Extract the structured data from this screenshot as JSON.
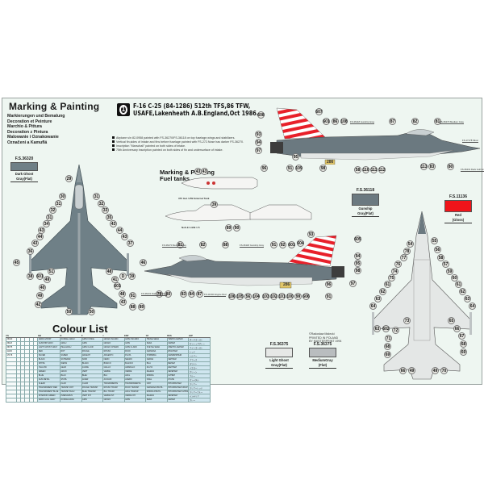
{
  "header": {
    "title": "Marking & Painting",
    "subtitles": [
      "Markierungen und Bemalung",
      "Decoration et Peinture",
      "Marchio & Pittura",
      "Decoration z Pintura",
      "Malowanie i Oznakowanie",
      "Označeni a Kamuflá"
    ]
  },
  "profile": {
    "number": "1",
    "title_line1": "F-16 C-25 (84-1286) 512th TFS,86 TFW,",
    "title_line2": "USAFE,Lakenheath A.B.England,Oct 1986.",
    "notes": [
      "Airplane s/n 82-0958 painted with FS-36270/FS-36118 on top fuselage,wings and stabilizers.",
      "Vertical fin,sides of intake and fins before fuselage painted with FS-272.Nose has darker FS-36270.",
      "Inscription \"Marschall\" painted on both sides of intake.",
      "75th Anniversary inscription painted on both sides of fin and undersurface of intake."
    ],
    "tail_number": "286"
  },
  "fuel_tanks": {
    "title_line1": "Marking & Painting",
    "title_line2": "Fuel tanks",
    "tank_label_1": "370 Gal. U/W External Tank",
    "tank_label_2": "NoS.E 4-909 1:5"
  },
  "swatches": [
    {
      "code": "F.S.36320",
      "name_line1": "Dark Ghost",
      "name_line2": "Gray(Flat)",
      "color": "#6f8087"
    },
    {
      "code": "F.S.36118",
      "name_line1": "Gunship",
      "name_line2": "Gray(Flat)",
      "color": "#6b7980"
    },
    {
      "code": "F.S.11136",
      "name_line1": "Red",
      "name_line2": "(Gloss)",
      "color": "#f0141a"
    },
    {
      "code": "F.S.36375",
      "name_line1": "Light Ghost",
      "name_line2": "Gray(Flat)",
      "color": "#e6e8e6"
    },
    {
      "code": "F.S.36375",
      "name_line1": "MediumGray",
      "name_line2": "(Flat)",
      "color": "#b9bdbf"
    }
  ],
  "colour_list": {
    "title": "Colour List",
    "headers": [
      "FS",
      "",
      "",
      "",
      "",
      "",
      "",
      "GB",
      "D",
      "F",
      "I",
      "ESP",
      "CZ",
      "RUS",
      "JAP"
    ],
    "rows": [
      [
        "36320",
        "",
        "",
        "",
        "",
        "",
        "DARK GHOST",
        "DUNKEL GRAU",
        "GRIS FONCE",
        "GRIGIO SCURO",
        "GRIS OSCURO",
        "TMAVE SEDA",
        "ТЁМНО-СЕРЫЙ",
        "ダークゴースト"
      ],
      [
        "36118",
        "",
        "",
        "",
        "",
        "",
        "GUNSHIP GRAY",
        "GRAU",
        "GRIS",
        "GRIGIO",
        "GRIS",
        "SEDA",
        "СЕРЫЙ",
        "ガンシップグレー"
      ],
      [
        "36375",
        "",
        "",
        "",
        "",
        "",
        "LIGHT GHOST GRAY",
        "HELLGRAU",
        "GRIS CLAIR",
        "GRIGIO CHIARO",
        "GRIS CLARO",
        "SVETLE SEDA",
        "СВЕТЛО-СЕРЫЙ",
        "ライトゴースト"
      ],
      [
        "11136",
        "",
        "",
        "",
        "",
        "",
        "RED",
        "ROT",
        "ROUGE",
        "ROSSO",
        "ROJO",
        "CERVENA",
        "КРАСНЫЙ",
        "レッド"
      ],
      [
        "17178",
        "",
        "",
        "",
        "",
        "",
        "SILVER",
        "SILBER",
        "ARGENT",
        "ARGENTO",
        "PLATA",
        "STRIBRNA",
        "СЕРЕБРЯНЫЙ",
        "シルバー"
      ],
      [
        "",
        "",
        "",
        "",
        "",
        "",
        "BLACK",
        "SCHWARZ",
        "NOIR",
        "NERO",
        "NEGRO",
        "CERNA",
        "ЧЁРНЫЙ",
        "ブラック"
      ],
      [
        "",
        "",
        "",
        "",
        "",
        "",
        "WHITE",
        "WEISS",
        "BLANC",
        "BIANCO",
        "BLANCO",
        "BILA",
        "БЕЛЫЙ",
        "ホワイト"
      ],
      [
        "",
        "",
        "",
        "",
        "",
        "",
        "YELLOW",
        "GELB",
        "JAUNE",
        "GIALLO",
        "AMARILLO",
        "ZLUTA",
        "ЖЁЛТЫЙ",
        "イエロー"
      ],
      [
        "",
        "",
        "",
        "",
        "",
        "",
        "GREEN",
        "GRÜN",
        "VERT",
        "VERDE",
        "VERDE",
        "ZELENA",
        "ЗЕЛЁНЫЙ",
        "グリーン"
      ],
      [
        "",
        "",
        "",
        "",
        "",
        "",
        "BLUE",
        "BLAU",
        "BLEU",
        "BLU",
        "AZUL",
        "MODRA",
        "СИНИЙ",
        "ブルー"
      ],
      [
        "",
        "",
        "",
        "",
        "",
        "",
        "GUN METAL",
        "STAHL",
        "ACIER",
        "ACCIAIO",
        "ACERO",
        "OCEL",
        "СТАЛЬ",
        "ガンメタル"
      ],
      [
        "",
        "",
        "",
        "",
        "",
        "",
        "CLEAR",
        "KLAR",
        "CLAIR",
        "TRASPARENTE",
        "TRANSPARENTE",
        "CIRY",
        "ПРОЗРАЧНЫЙ",
        "クリアー"
      ],
      [
        "",
        "",
        "",
        "",
        "",
        "",
        "TRANSPARENT RED",
        "TRANSP. ROT",
        "ROUGE TRANSP.",
        "ROSSO TRASP.",
        "ROJO TRANSP.",
        "CERVENA PRUHL.",
        "ПРОЗРАЧНЫЙ КРАСНЫЙ",
        "クリアーレッド"
      ],
      [
        "",
        "",
        "",
        "",
        "",
        "",
        "TRANSPARENT BLUE",
        "TRANSP. BLAU",
        "BLEU TRANSP.",
        "BLU TRASP.",
        "AZUL TRANSP.",
        "MODRA PRUHL.",
        "ПРОЗРАЧНЫЙ СИНИЙ",
        "クリアーブルー"
      ],
      [
        "",
        "",
        "",
        "",
        "",
        "",
        "INTERIOR GREEN",
        "INNENGRÜN",
        "VERT INT.",
        "VERDE INT.",
        "VERDE INT.",
        "ZELENA",
        "ЗЕЛЁНЫЙ",
        "インテリア"
      ],
      [
        "",
        "",
        "",
        "",
        "",
        "",
        "DARK GULL GRAY",
        "DUNKELGRAU",
        "GRIS",
        "GRIGIO",
        "GRIS",
        "SEDA",
        "СЕРЫЙ",
        "グレー"
      ]
    ]
  },
  "credits": {
    "line1": "©Radosław Malecki",
    "line2": "PRINTED IN POLAND",
    "line3": "BY MASTERPRINT 1994"
  },
  "callouts": {
    "top_view": [
      "29",
      "30",
      "31",
      "32",
      "31",
      "34",
      "43",
      "44",
      "43",
      "36",
      "45",
      "38",
      "601",
      "51",
      "49",
      "40",
      "49",
      "42",
      "50",
      "50",
      "31",
      "32",
      "33",
      "35",
      "43",
      "44",
      "43",
      "37",
      "46",
      "48",
      "41",
      "D",
      "39",
      "601",
      "48",
      "43",
      "91",
      "88",
      "89"
    ],
    "side_top": [
      "608",
      "607",
      "601",
      "86",
      "108",
      "87",
      "82",
      "81",
      "93",
      "94",
      "97",
      "96",
      "91",
      "109",
      "98",
      "95",
      "58",
      "110",
      "111",
      "112",
      "113",
      "83",
      "80"
    ],
    "side_bottom": [
      "81",
      "82",
      "88",
      "91",
      "92",
      "601",
      "604",
      "93",
      "79",
      "80",
      "83",
      "84",
      "87",
      "106",
      "105",
      "56",
      "104",
      "103",
      "102",
      "101",
      "100",
      "99",
      "606",
      "96",
      "91"
    ],
    "under_view": [
      "54",
      "55",
      "78",
      "56",
      "77",
      "58",
      "76",
      "57",
      "74",
      "59",
      "75",
      "60",
      "61",
      "61",
      "62",
      "62",
      "63",
      "63",
      "64",
      "64",
      "65",
      "73",
      "66",
      "63",
      "602",
      "72",
      "67",
      "71",
      "68",
      "68",
      "69",
      "69",
      "66",
      "49",
      "49",
      "70",
      "605",
      "94",
      "95",
      "98",
      "97"
    ],
    "tanks": [
      "43",
      "43",
      "40",
      "41",
      "42",
      "42",
      "43",
      "43",
      "43",
      "39",
      "89",
      "90",
      "91",
      "41",
      "41",
      "41",
      "41",
      "41"
    ]
  },
  "fs_labels": {
    "fs36118": "FS-36118 Gunship Gray",
    "fs36270": "FS-36270 Medium Gray",
    "fs17178": "FS-17178 Silver",
    "fs36231": "FS-36231 Dark Gull Gray",
    "fs11302": "FS-11302 Engine Red",
    "fs36320": "FS-36320 Dark Ghost"
  }
}
